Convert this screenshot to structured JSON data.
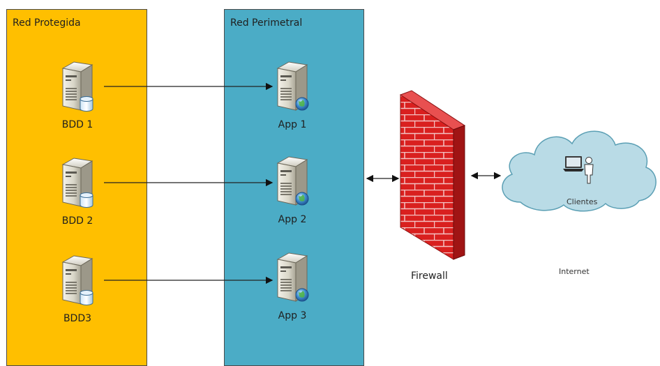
{
  "colors": {
    "protected_zone": "#ffbf00",
    "perimeter_zone": "#4bacc6",
    "firewall_brick": "#d9201f",
    "cloud_fill": "#b9dbe6",
    "cloud_stroke": "#5b9fb4"
  },
  "zones": {
    "protected": "Red Protegida",
    "perimeter": "Red Perimetral"
  },
  "databases": [
    {
      "label": "BDD 1",
      "icon": "database-server-icon"
    },
    {
      "label": "BDD 2",
      "icon": "database-server-icon"
    },
    {
      "label": "BDD3",
      "icon": "database-server-icon"
    }
  ],
  "apps": [
    {
      "label": "App 1",
      "icon": "web-server-icon"
    },
    {
      "label": "App 2",
      "icon": "web-server-icon"
    },
    {
      "label": "App 3",
      "icon": "web-server-icon"
    }
  ],
  "firewall": {
    "label": "Firewall",
    "icon": "brick-wall-icon"
  },
  "cloud": {
    "clients_label": "Clientes",
    "internet_label": "Internet",
    "icon": "laptop-user-icon"
  }
}
